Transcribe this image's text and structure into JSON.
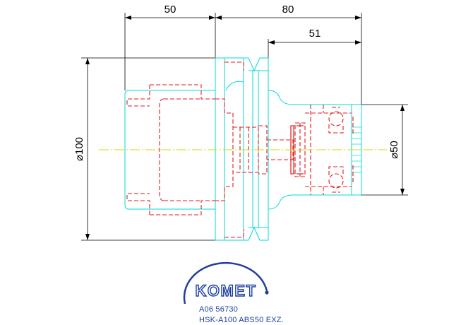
{
  "dimensions": {
    "top_left": "50",
    "top_right": "80",
    "mid_right": "51",
    "left_diameter": "⌀100",
    "right_diameter": "⌀50"
  },
  "logo": {
    "brand": "KOMET"
  },
  "caption": {
    "part_number": "A06 56730",
    "description": "HSK-A100 ABS50 EXZ."
  },
  "colors": {
    "outline": "#00d8dc",
    "hidden": "#e81818",
    "centerline": "#d8d800",
    "dimension": "#000000",
    "brand": "#1e3fa0"
  }
}
